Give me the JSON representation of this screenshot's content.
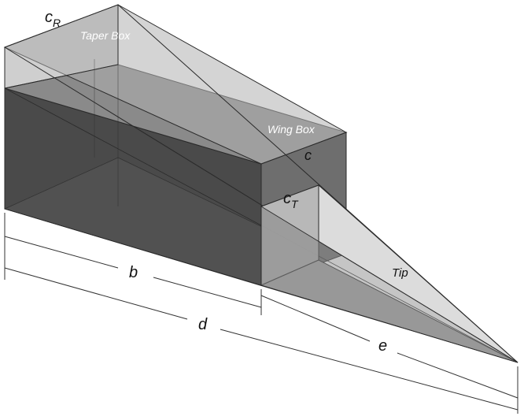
{
  "labels": {
    "c_r_base": "c",
    "c_r_sub": "R",
    "taper_box": "Taper Box",
    "wing_box": "Wing Box",
    "c": "c",
    "c_t_base": "c",
    "c_t_sub": "T",
    "tip": "Tip",
    "b": "b",
    "d": "d",
    "e": "e"
  },
  "colors": {
    "box_front_dark": "#4a4a4a",
    "box_top": "#8a8a8a",
    "taper_overlay": "#9e9e9e",
    "tip_light": "#dcdcdc",
    "tip_mid": "#b4b4b4",
    "outline": "#2a2a2a",
    "dimension_line": "#333333"
  }
}
